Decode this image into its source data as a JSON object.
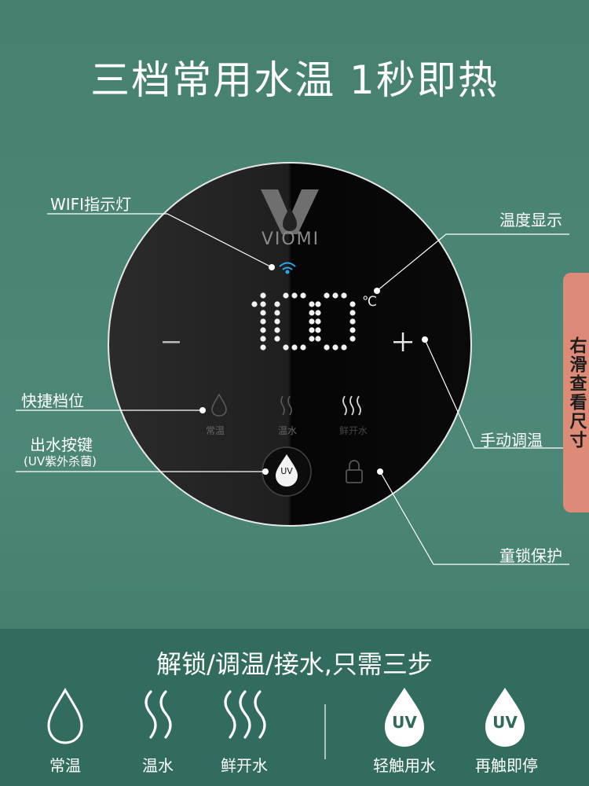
{
  "title": "三档常用水温 1秒即热",
  "brand": "VIOMI",
  "display": {
    "value": "100",
    "unit": "℃",
    "minus": "−",
    "plus": "+"
  },
  "callouts": {
    "wifi": "WIFI指示灯",
    "temp_display": "温度显示",
    "quick_gear": "快捷档位",
    "outlet_key": "出水按键",
    "outlet_note": "(UV紫外杀菌)",
    "manual_temp": "手动调温",
    "child_lock": "童锁保护"
  },
  "dial_modes": [
    "常温",
    "温水",
    "鲜开水"
  ],
  "uv_button": "UV",
  "side_tab": "右滑查看尺寸",
  "bottom": {
    "title": "解锁/调温/接水,只需三步",
    "features": [
      {
        "label": "常温",
        "icon": "drop-outline-icon"
      },
      {
        "label": "温水",
        "icon": "wave-2-icon"
      },
      {
        "label": "鲜开水",
        "icon": "wave-3-icon"
      },
      {
        "label": "轻触用水",
        "icon": "uv-drop-icon",
        "badge": "UV"
      },
      {
        "label": "再触即停",
        "icon": "uv-drop-icon",
        "badge": "UV"
      }
    ]
  }
}
